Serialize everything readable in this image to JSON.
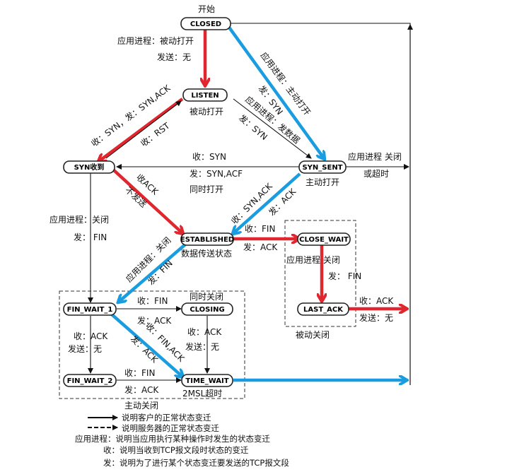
{
  "title": "开始",
  "states": {
    "closed": "CLOSED",
    "listen": "LISTEN",
    "syn_rcvd": "SYN收到",
    "syn_sent": "SYN_SENT",
    "established": "ESTABLISHED",
    "close_wait": "CLOSE_WAIT",
    "last_ack": "LAST_ACK",
    "fin_wait_1": "FIN_WAIT_1",
    "closing": "CLOSING",
    "fin_wait_2": "FIN_WAIT_2",
    "time_wait": "TIME_WAIT"
  },
  "labels": {
    "passive_open_app": "应用进程：被动打开",
    "passive_open_send": "发送：无",
    "passive_open_note": "被动打开",
    "active_open_app": "应用进程：主动打开",
    "active_open_send": "发：SYN",
    "active_open_note": "主动打开",
    "listen_send_app": "应用进程：发数据",
    "listen_send_syn": "发：SYN",
    "listen_rcv_syn": "收：SYN，发：SYN,ACK",
    "rcv_rst": "收：RST",
    "simul_rcv": "收：SYN",
    "simul_send": "发：SYN,ACF",
    "simul_note": "同时打开",
    "synrcvd_rcv_ack": "收ACK",
    "synrcvd_no_send": "不发送",
    "synsent_rcv": "收：SYN,ACK",
    "synsent_send": "发：ACK",
    "synsent_close_app": "应用进程 关闭",
    "synsent_close_timeout": "或超时",
    "est_note": "数据传送状态",
    "est_rcv_fin": "收：FIN",
    "est_send_ack": "发：ACK",
    "synrcvd_close_app": "应用进程：关闭",
    "synrcvd_close_send": "发：  FIN",
    "est_close_app": "应用进程：关闭",
    "est_close_send": "发：FIN",
    "cw_app": "应用进程  关闭",
    "cw_send": "发：  FIN",
    "passive_close": "被动关闭",
    "la_rcv": "收：ACK",
    "la_send": "发送：无",
    "simul_close": "同时关闭",
    "fw1_rcv_fin": "收：FIN",
    "fw1_send_ack": "发：ACK",
    "fw1_rcv_finack": "收：FIN,ACK",
    "fw1_send_ack2": "发：ACK",
    "fw1_rcv_ack": "收：ACK",
    "fw1_send_none": "发送：无",
    "closing_rcv_ack": "收：ACK",
    "closing_send_none": "发送：无",
    "fw2_rcv_fin": "收：FIN",
    "fw2_send_ack": "发：ACK",
    "msl": "2MSL超时",
    "active_close": "主动关闭"
  },
  "legend": [
    "说明客户的正常状态变迁",
    "说明服务器的正常状态变迁",
    "应用进程：说明当应用执行某种操作时发生的状态变迁",
    "收：说明当收到TCP报文段时状态的变迁",
    "发：说明为了进行某个状态变迁要发送的TCP报文段"
  ],
  "colors": {
    "server_arrow": "#e0262f",
    "client_arrow": "#1a9de0"
  }
}
